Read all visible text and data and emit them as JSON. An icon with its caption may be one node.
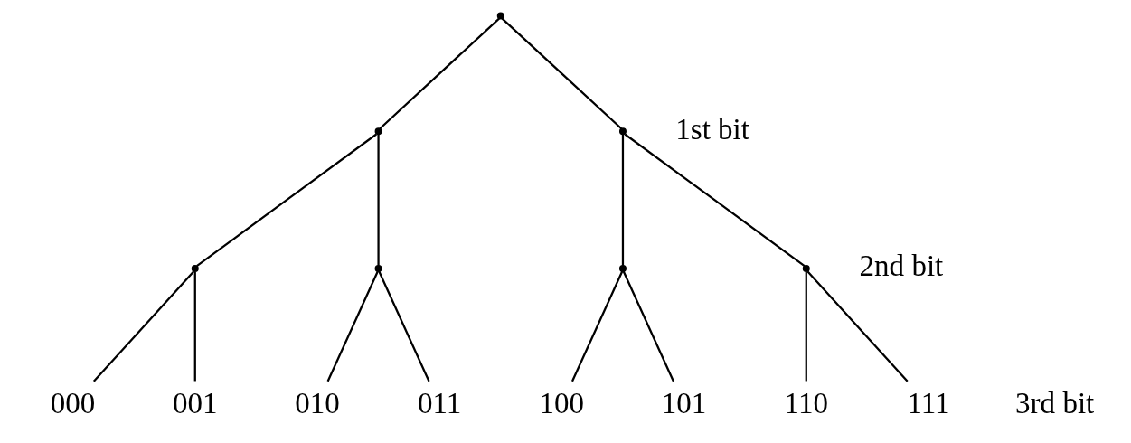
{
  "diagram": {
    "nodes": [
      {
        "text": [],
        "shape": "point"
      },
      {
        "text": [],
        "shape": "point"
      },
      {
        "text": [],
        "shape": "point"
      },
      {
        "text": [],
        "shape": "point"
      },
      {
        "text": [],
        "shape": "point"
      },
      {
        "text": [],
        "shape": "point"
      },
      {
        "text": [],
        "shape": "point"
      },
      {
        "text": [
          "000"
        ]
      },
      {
        "text": [
          "001"
        ]
      },
      {
        "text": [
          "010"
        ]
      },
      {
        "text": [
          "011"
        ]
      },
      {
        "text": [
          "100"
        ]
      },
      {
        "text": [
          "101"
        ]
      },
      {
        "text": [
          "110"
        ]
      },
      {
        "text": [
          "111"
        ]
      }
    ],
    "edges": [
      {
        "from": 0,
        "to": 1,
        "arrow": "none"
      },
      {
        "from": 0,
        "to": 2,
        "arrow": "none"
      },
      {
        "from": 1,
        "to": 3,
        "arrow": "none"
      },
      {
        "from": 1,
        "to": 4,
        "arrow": "none"
      },
      {
        "from": 2,
        "to": 5,
        "arrow": "none"
      },
      {
        "from": 2,
        "to": 6,
        "arrow": "none"
      },
      {
        "from": 3,
        "to": 7,
        "arrow": "none"
      },
      {
        "from": 3,
        "to": 8,
        "arrow": "none"
      },
      {
        "from": 4,
        "to": 9,
        "arrow": "none"
      },
      {
        "from": 4,
        "to": 10,
        "arrow": "none"
      },
      {
        "from": 5,
        "to": 11,
        "arrow": "none"
      },
      {
        "from": 5,
        "to": 12,
        "arrow": "none"
      },
      {
        "from": 6,
        "to": 13,
        "arrow": "none"
      },
      {
        "from": 6,
        "to": 14,
        "arrow": "none"
      }
    ],
    "labels": [
      "1st bit",
      "2nd bit",
      "3rd bit"
    ]
  }
}
